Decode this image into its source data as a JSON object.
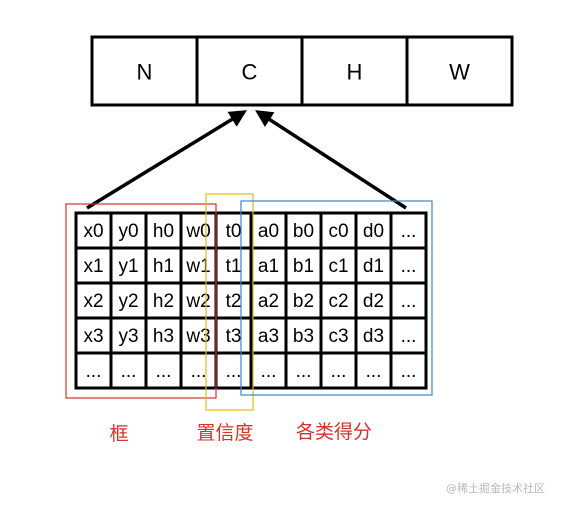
{
  "top_row": [
    "N",
    "C",
    "H",
    "W"
  ],
  "grid": [
    [
      "x0",
      "y0",
      "h0",
      "w0",
      "t0",
      "a0",
      "b0",
      "c0",
      "d0",
      "..."
    ],
    [
      "x1",
      "y1",
      "h1",
      "w1",
      "t1",
      "a1",
      "b1",
      "c1",
      "d1",
      "..."
    ],
    [
      "x2",
      "y2",
      "h2",
      "w2",
      "t2",
      "a2",
      "b2",
      "c2",
      "d2",
      "..."
    ],
    [
      "x3",
      "y3",
      "h3",
      "w3",
      "t3",
      "a3",
      "b3",
      "c3",
      "d3",
      "..."
    ],
    [
      "...",
      "...",
      "...",
      "...",
      "...",
      "...",
      "...",
      "...",
      "...",
      "..."
    ]
  ],
  "groups": [
    {
      "label": "框",
      "color": "#d9302c"
    },
    {
      "label": "置信度",
      "color": "#e8b81f"
    },
    {
      "label": "各类得分",
      "color": "#3a86c8"
    }
  ],
  "caption_color": "#d9302c",
  "watermark": "@稀土掘金技术社区"
}
